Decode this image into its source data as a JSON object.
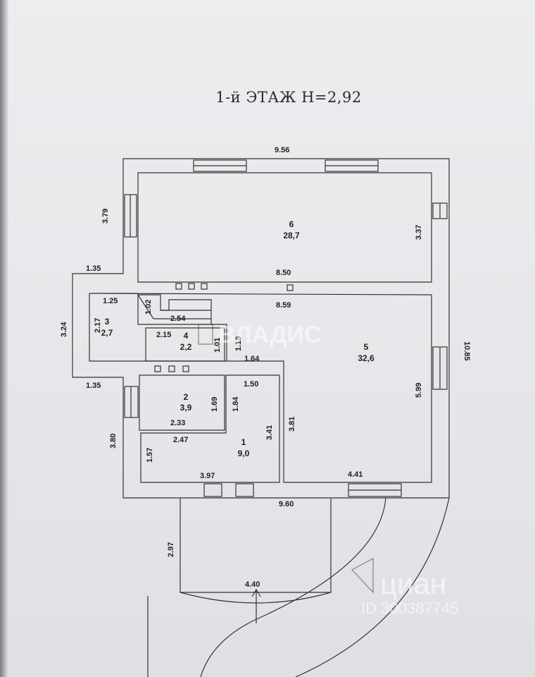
{
  "title": "1-й ЭТАЖ Н=2,92",
  "rooms": [
    {
      "number": "6",
      "area": "28,7"
    },
    {
      "number": "5",
      "area": "32,6"
    },
    {
      "number": "3",
      "area": "2,7"
    },
    {
      "number": "4",
      "area": "2,2"
    },
    {
      "number": "2",
      "area": "3,9"
    },
    {
      "number": "1",
      "area": "9,0"
    }
  ],
  "dimensions": {
    "top_width": "9.56",
    "left_upper": "3.79",
    "right_room6": "3.37",
    "porch_upper": "1.35",
    "room6_bottom": "8.50",
    "room5_top": "8.59",
    "stair_width": "1.25",
    "stair_dim": "1.02",
    "stair_run": "2.54",
    "left_hall": "3.24",
    "room3_height": "2.17",
    "room4_width": "2.15",
    "room4_height": "1.01",
    "room4_right": "1.19",
    "right_total": "10.85",
    "corridor_top": "1.64",
    "room1_top": "1.50",
    "porch_lower": "1.35",
    "room2_height": "1.69",
    "room1_right_upper": "1.84",
    "room5_right": "5.99",
    "room2_bottom": "2.33",
    "room1_top_width": "2.47",
    "room1_right": "3.41",
    "corridor_right": "3.81",
    "left_lower": "3.80",
    "room1_left": "1.57",
    "room1_bottom": "3.97",
    "room5_bottom": "4.41",
    "bottom_width": "9.60",
    "terrace_left": "2.97",
    "terrace_bottom": "4.40"
  },
  "watermarks": {
    "vladis": "ВЛАДИС",
    "cian": "циан",
    "listing_id": "ID 300387745"
  }
}
